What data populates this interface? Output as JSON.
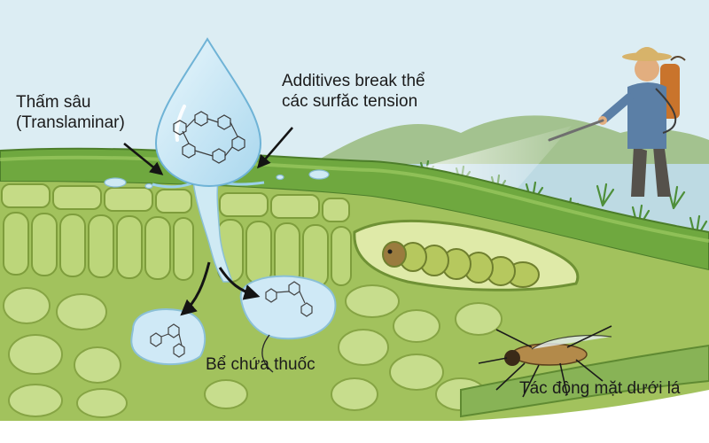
{
  "labels": {
    "translaminar_line1": "Thấm sâu",
    "translaminar_line2": "(Translaminar)",
    "additives_line1": "Additives break thể",
    "additives_line2": "các surfăc tension",
    "reservoir": "Bể chứa thuốc",
    "underside": "Tác động mặt dưới lá"
  },
  "icons": [
    "water-droplet-icon",
    "molecule-icon",
    "farmer-icon",
    "sprayer-icon",
    "caterpillar-icon",
    "mosquito-icon",
    "rice-plant-icon",
    "leaf-cell-icon",
    "arrow-icon"
  ],
  "colors": {
    "sky": "#d9ecf3",
    "hill": "#9fbe8c",
    "paddy_water": "#bcd9e3",
    "rice": "#4e8f3a",
    "leaf_surface": "#73ad45",
    "cell_fill": "#bcd67a",
    "cell_stroke": "#7e9d3c",
    "droplet": "#bfe3f3",
    "caterpillar": "#b6c85e",
    "shirt": "#5b7fa6"
  }
}
